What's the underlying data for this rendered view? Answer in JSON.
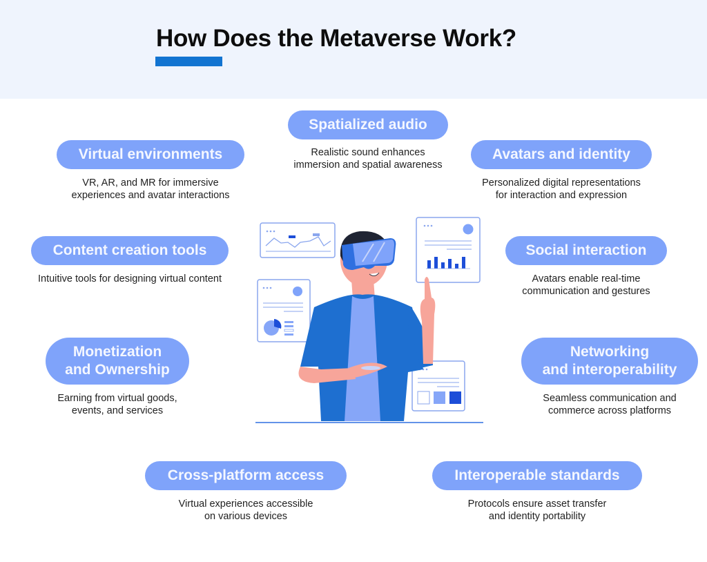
{
  "header": {
    "title": "How Does the Metaverse Work?",
    "accent_color": "#1274d1",
    "background_color": "#eff4fd"
  },
  "theme": {
    "pill_color": "#7fa3fa",
    "pill_text_color": "#f4f7ff",
    "figure_jacket": "#1e6fd0",
    "figure_shirt": "#86a6f8",
    "figure_skin": "#f7a59a",
    "headset": "#3b82f6"
  },
  "features": [
    {
      "id": "spatialized-audio",
      "title": "Spatialized audio",
      "desc_line1": "Realistic sound enhances",
      "desc_line2": "immersion and spatial awareness"
    },
    {
      "id": "virtual-environments",
      "title": "Virtual environments",
      "desc_line1": "VR, AR, and MR for immersive",
      "desc_line2": "experiences and avatar interactions"
    },
    {
      "id": "avatars-identity",
      "title": "Avatars and identity",
      "desc_line1": "Personalized digital representations",
      "desc_line2": "for interaction and expression"
    },
    {
      "id": "content-creation",
      "title": "Content creation tools",
      "desc_line1": "Intuitive tools for designing virtual content",
      "desc_line2": ""
    },
    {
      "id": "social-interaction",
      "title": "Social interaction",
      "desc_line1": "Avatars enable real-time",
      "desc_line2": "communication and gestures"
    },
    {
      "id": "monetization",
      "title_line1": "Monetization",
      "title_line2": "and Ownership",
      "desc_line1": "Earning from virtual goods,",
      "desc_line2": "events, and services"
    },
    {
      "id": "networking",
      "title_line1": "Networking",
      "title_line2": "and interoperability",
      "desc_line1": "Seamless communication and",
      "desc_line2": "commerce across platforms"
    },
    {
      "id": "cross-platform",
      "title": "Cross-platform access",
      "desc_line1": "Virtual experiences accessible",
      "desc_line2": "on various devices"
    },
    {
      "id": "interoperable-standards",
      "title": "Interoperable standards",
      "desc_line1": "Protocols ensure asset transfer",
      "desc_line2": "and identity portability"
    }
  ],
  "illustration": {
    "subject": "person wearing VR headset interacting with floating dashboard panels",
    "panels": [
      "line-chart-panel",
      "pie-chart-panel",
      "bar-chart-panel",
      "color-swatch-panel"
    ],
    "bar_heights": [
      0.45,
      0.7,
      0.4,
      0.6,
      0.3,
      0.85
    ]
  }
}
